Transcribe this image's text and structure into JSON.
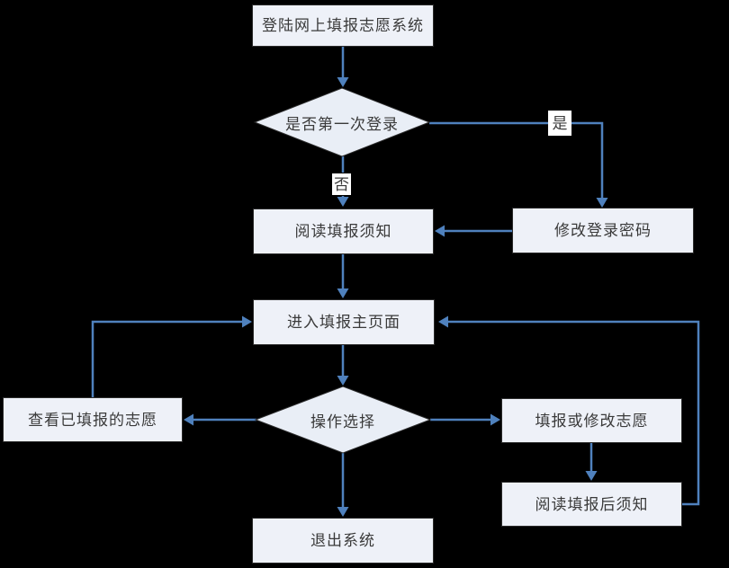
{
  "diagram": {
    "type": "flowchart",
    "colors": {
      "background": "#000000",
      "connector": "#4f81bd",
      "node_fill": "#eef1f8",
      "diamond_fill": "#e9eef6",
      "node_border": "#2b2b2b",
      "text": "#3a3a3a",
      "label_bg": "#ffffff",
      "label_border": "#000000"
    },
    "nodes": {
      "login": "登陆网上填报志愿系统",
      "first_login_decision": "是否第一次登录",
      "read_notice": "阅读填报须知",
      "change_password": "修改登录密码",
      "main_page": "进入填报主页面",
      "view_submitted": "查看已填报的志愿",
      "operation_decision": "操作选择",
      "fill_modify": "填报或修改志愿",
      "read_after_notice": "阅读填报后须知",
      "exit_system": "退出系统"
    },
    "edge_labels": {
      "yes": "是",
      "no": "否"
    }
  }
}
